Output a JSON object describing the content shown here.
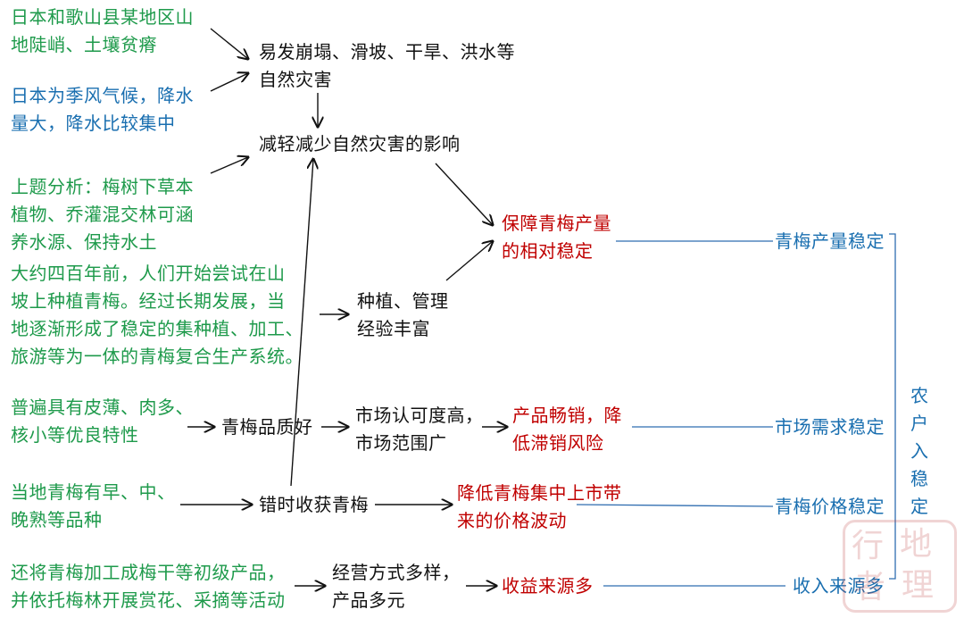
{
  "colors": {
    "green": "#1e9a4b",
    "blue": "#1a6fb0",
    "black": "#111111",
    "red": "#c00000"
  },
  "left": {
    "terrain": [
      "日本和歌山县某地区山",
      "地陡峭、土壤贫瘠"
    ],
    "climate": [
      "日本为季风气候，降水",
      "量大，降水比较集中"
    ],
    "analysis": [
      "上题分析：梅树下草本",
      "植物、乔灌混交林可涵",
      "养水源、保持水土"
    ],
    "history": [
      "大约四百年前，人们开始尝试在山",
      "坡上种植青梅。经过长期发展，当",
      "地逐渐形成了稳定的集种植、加工、",
      "旅游等为一体的青梅复合生产系统。"
    ],
    "traits": [
      "普遍具有皮薄、肉多、",
      "核小等优良特性"
    ],
    "varieties": [
      "当地青梅有早、中、",
      "晚熟等品种"
    ],
    "processing": [
      "还将青梅加工成梅干等初级产品，",
      "并依托梅林开展赏花、采摘等活动"
    ]
  },
  "middle": {
    "hazards": [
      "易发崩塌、滑坡、干旱、洪水等",
      "自然灾害"
    ],
    "reduce": [
      "减轻减少自然灾害的影响"
    ],
    "experience": [
      "种植、管理",
      "经验丰富"
    ],
    "quality": [
      "青梅品质好"
    ],
    "market": [
      "市场认可度高，",
      "市场范围广"
    ],
    "harvest": [
      "错时收获青梅"
    ],
    "business": [
      "经营方式多样，",
      "产品多元"
    ]
  },
  "effects": {
    "yield": [
      "保障青梅产量",
      "的相对稳定"
    ],
    "sales": [
      "产品畅销，降",
      "低滞销风险"
    ],
    "price": [
      "降低青梅集中上市带",
      "来的价格波动"
    ],
    "income": [
      "收益来源多"
    ]
  },
  "results": {
    "yield_stable": "青梅产量稳定",
    "demand_stable": "市场需求稳定",
    "price_stable": "青梅价格稳定",
    "income_multi": "收入来源多"
  },
  "conclusion": "农\n户\n入\n稳\n定",
  "watermark": "行地者理"
}
